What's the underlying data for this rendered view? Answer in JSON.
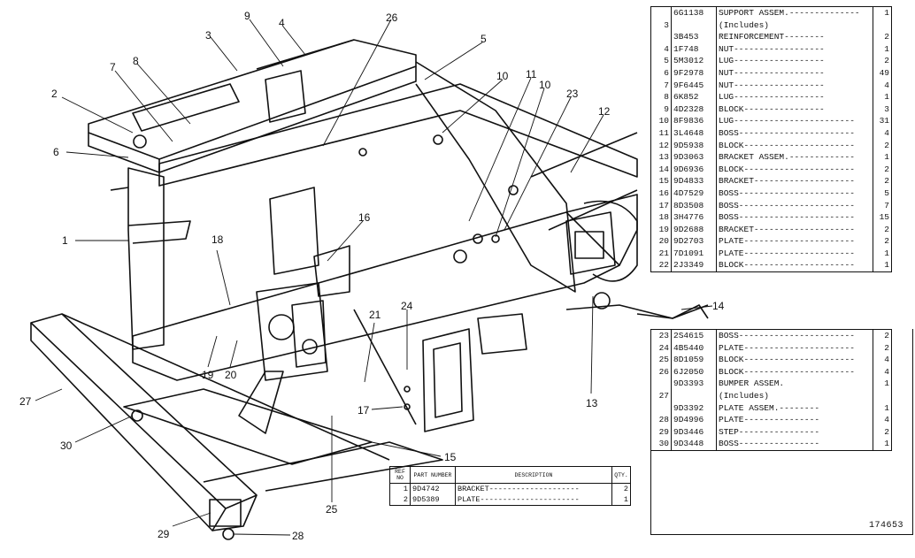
{
  "callouts": {
    "c1": "1",
    "c2": "2",
    "c3": "3",
    "c4": "4",
    "c5": "5",
    "c6": "6",
    "c7": "7",
    "c8": "8",
    "c9": "9",
    "c10a": "10",
    "c10b": "10",
    "c11": "11",
    "c12": "12",
    "c13": "13",
    "c14": "14",
    "c15": "15",
    "c16": "16",
    "c17": "17",
    "c18": "18",
    "c19": "19",
    "c20": "20",
    "c21": "21",
    "c23": "23",
    "c24": "24",
    "c25": "25",
    "c26": "26",
    "c27": "27",
    "c28": "28",
    "c29": "29",
    "c30": "30"
  },
  "parts_top": [
    {
      "ref": "",
      "pn": "6G1138",
      "desc": "SUPPORT ASSEM.--------------",
      "qty": "1"
    },
    {
      "ref": "3",
      "pn": "",
      "desc": "      (Includes)",
      "qty": ""
    },
    {
      "ref": "",
      "pn": "3B453",
      "desc": "      REINFORCEMENT--------",
      "qty": "2"
    },
    {
      "ref": "4",
      "pn": "1F748",
      "desc": "      NUT------------------",
      "qty": "1"
    },
    {
      "ref": "5",
      "pn": "5M3012",
      "desc": "      LUG------------------",
      "qty": "2"
    },
    {
      "ref": "6",
      "pn": "9F2978",
      "desc": "      NUT------------------",
      "qty": "49"
    },
    {
      "ref": "7",
      "pn": "9F6445",
      "desc": "      NUT------------------",
      "qty": "4"
    },
    {
      "ref": "8",
      "pn": "6K852",
      "desc": "      LUG------------------",
      "qty": "1"
    },
    {
      "ref": "9",
      "pn": "4D2328",
      "desc": "      BLOCK----------------",
      "qty": "3"
    },
    {
      "ref": "10",
      "pn": "8F9836",
      "desc": "LUG------------------------",
      "qty": "31"
    },
    {
      "ref": "11",
      "pn": "3L4648",
      "desc": "BOSS-----------------------",
      "qty": "4"
    },
    {
      "ref": "12",
      "pn": "9D5938",
      "desc": "BLOCK----------------------",
      "qty": "2"
    },
    {
      "ref": "13",
      "pn": "9D3063",
      "desc": "BRACKET ASSEM.-------------",
      "qty": "1"
    },
    {
      "ref": "14",
      "pn": "9D6936",
      "desc": "BLOCK----------------------",
      "qty": "2"
    },
    {
      "ref": "15",
      "pn": "9D4833",
      "desc": "BRACKET--------------------",
      "qty": "2"
    },
    {
      "ref": "16",
      "pn": "4D7529",
      "desc": "BOSS-----------------------",
      "qty": "5"
    },
    {
      "ref": "17",
      "pn": "8D3508",
      "desc": "BOSS-----------------------",
      "qty": "7"
    },
    {
      "ref": "18",
      "pn": "3H4776",
      "desc": "BOSS-----------------------",
      "qty": "15"
    },
    {
      "ref": "19",
      "pn": "9D2688",
      "desc": "BRACKET--------------------",
      "qty": "2"
    },
    {
      "ref": "20",
      "pn": "9D2703",
      "desc": "PLATE----------------------",
      "qty": "2"
    },
    {
      "ref": "21",
      "pn": "7D1091",
      "desc": "PLATE----------------------",
      "qty": "1"
    },
    {
      "ref": "22",
      "pn": "2J3349",
      "desc": "BLOCK----------------------",
      "qty": "1"
    }
  ],
  "parts_mid": [
    {
      "ref": "23",
      "pn": "2S4615",
      "desc": "BOSS-----------------------",
      "qty": "2"
    },
    {
      "ref": "24",
      "pn": "4B5440",
      "desc": "PLATE----------------------",
      "qty": "2"
    },
    {
      "ref": "25",
      "pn": "8D1059",
      "desc": "BLOCK----------------------",
      "qty": "4"
    },
    {
      "ref": "26",
      "pn": "6J2050",
      "desc": "BLOCK----------------------",
      "qty": "4"
    },
    {
      "ref": "",
      "pn": "9D3393",
      "desc": "BUMPER ASSEM.",
      "qty": "1"
    },
    {
      "ref": "27",
      "pn": "",
      "desc": "      (Includes)",
      "qty": ""
    },
    {
      "ref": "",
      "pn": "9D3392",
      "desc": "      PLATE ASSEM.--------",
      "qty": "1"
    },
    {
      "ref": "28",
      "pn": "9D4996",
      "desc": "      PLATE---------------",
      "qty": "4"
    },
    {
      "ref": "29",
      "pn": "9D3446",
      "desc": "      STEP----------------",
      "qty": "2"
    },
    {
      "ref": "30",
      "pn": "9D3448",
      "desc": "      BOSS----------------",
      "qty": "1"
    }
  ],
  "bottom_table": {
    "headers": {
      "ref": "REF NO",
      "pn": "PART NUMBER",
      "desc": "DESCRIPTION",
      "qty": "QTY."
    },
    "rows": [
      {
        "ref": "1",
        "pn": "9D4742",
        "desc": "BRACKET--------------------",
        "qty": "2"
      },
      {
        "ref": "2",
        "pn": "9D5389",
        "desc": "PLATE----------------------",
        "qty": "1"
      }
    ]
  },
  "drawing_number": "174653"
}
